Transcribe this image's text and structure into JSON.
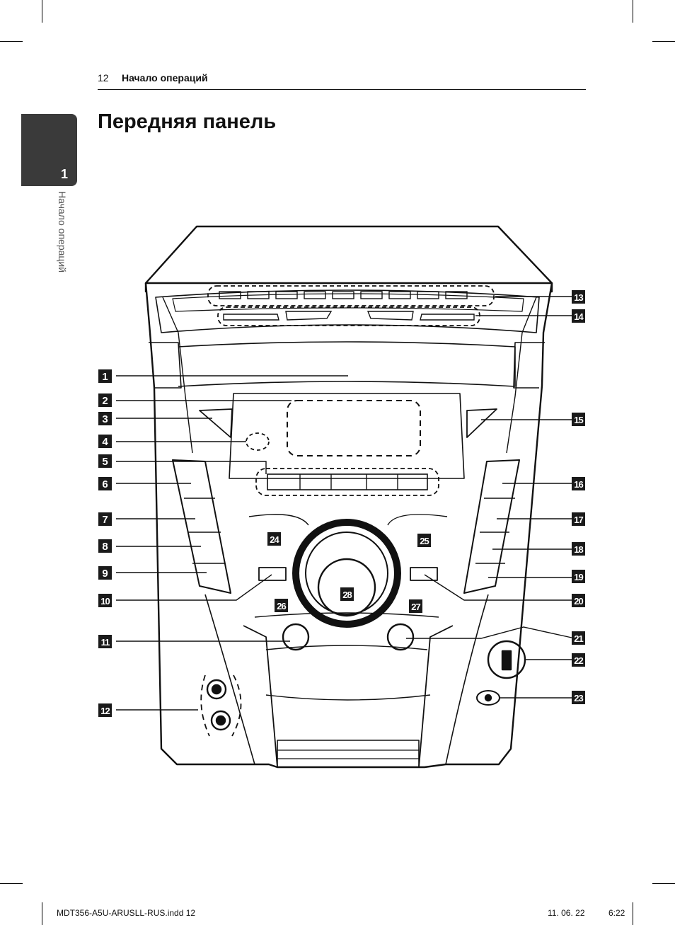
{
  "header": {
    "page_number": "12",
    "section": "Начало операций"
  },
  "title": "Передняя панель",
  "side_tab": {
    "number": "1",
    "label": "Начало операций"
  },
  "callouts": {
    "left": [
      "1",
      "2",
      "3",
      "4",
      "5",
      "6",
      "7",
      "8",
      "9",
      "10",
      "11",
      "12"
    ],
    "right": [
      "13",
      "14",
      "15",
      "16",
      "17",
      "18",
      "19",
      "20",
      "21",
      "22",
      "23"
    ],
    "inner": [
      "24",
      "25",
      "26",
      "27",
      "28"
    ]
  },
  "footer": {
    "file": "MDT356-A5U-ARUSLL-RUS.indd   12",
    "date": "11. 06. 22",
    "time": "6:22"
  }
}
